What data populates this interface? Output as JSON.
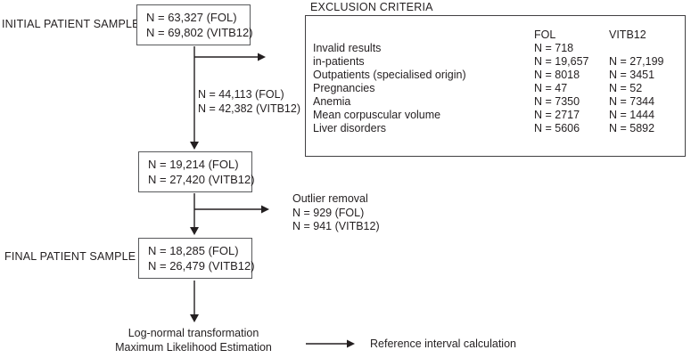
{
  "labels": {
    "initial_sample": "INITIAL PATIENT SAMPLE",
    "final_sample": "FINAL PATIENT SAMPLE"
  },
  "boxes": {
    "initial": {
      "line1": "N = 63,327 (FOL)",
      "line2": "N = 69,802 (VITB12)"
    },
    "after_exclusion": {
      "line1": "N = 19,214 (FOL)",
      "line2": "N = 27,420 (VITB12)"
    },
    "final": {
      "line1": "N = 18,285 (FOL)",
      "line2": "N = 26,479 (VITB12)"
    }
  },
  "annotations": {
    "excluded_counts": {
      "line1": "N = 44,113 (FOL)",
      "line2": "N = 42,382 (VITB12)"
    },
    "outlier_removal": {
      "title": "Outlier removal",
      "line1": "N = 929 (FOL)",
      "line2": "N = 941 (VITB12)"
    },
    "transformation": {
      "line1": "Log-normal transformation",
      "line2": "Maximum Likelihood Estimation"
    },
    "reference": "Reference interval calculation"
  },
  "exclusion_table": {
    "title": "EXCLUSION CRITERIA",
    "header": {
      "criterion": "",
      "fol": "FOL",
      "vitb12": "VITB12"
    },
    "rows": [
      {
        "criterion": "Invalid results",
        "fol": "N = 718",
        "vitb12": ""
      },
      {
        "criterion": "in-patients",
        "fol": "N = 19,657",
        "vitb12": "N = 27,199"
      },
      {
        "criterion": "Outpatients (specialised origin)",
        "fol": "N = 8018",
        "vitb12": "N = 3451"
      },
      {
        "criterion": "Pregnancies",
        "fol": "N = 47",
        "vitb12": "N = 52"
      },
      {
        "criterion": "Anemia",
        "fol": "N = 7350",
        "vitb12": "N = 7344"
      },
      {
        "criterion": "Mean corpuscular volume",
        "fol": "N = 2717",
        "vitb12": "N = 1444"
      },
      {
        "criterion": "Liver disorders",
        "fol": "N = 5606",
        "vitb12": "N = 5892"
      }
    ]
  },
  "colors": {
    "ink": "#231f20",
    "box_border": "#58595b",
    "background": "#ffffff"
  }
}
